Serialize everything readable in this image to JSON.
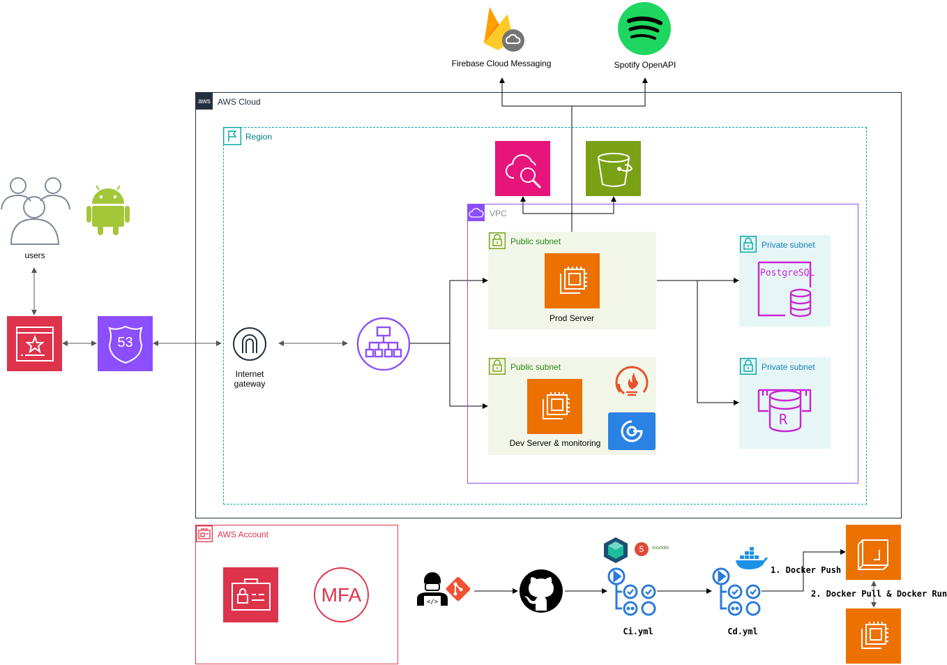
{
  "external": {
    "firebase_label": "Firebase Cloud Messaging",
    "spotify_label": "Spotify OpenAPI"
  },
  "users_label": "users",
  "aws_cloud": {
    "label": "AWS Cloud",
    "logo_text": "aws"
  },
  "region": {
    "label": "Region"
  },
  "vpc": {
    "label": "VPC"
  },
  "internet_gateway_label": "Internet\ngateway",
  "subnets": {
    "public_prod": {
      "label": "Public subnet",
      "server_label": "Prod Server"
    },
    "public_dev": {
      "label": "Public subnet",
      "server_label": "Dev Server & monitoring"
    },
    "private_db": {
      "label": "Private subnet",
      "db_text": "PostgreSQL"
    },
    "private_cache": {
      "label": "Private subnet",
      "cache_text": "R"
    }
  },
  "route53_text": "53",
  "aws_account": {
    "label": "AWS Account",
    "mfa_text": "MFA"
  },
  "pipeline": {
    "ci_label": "Ci.yml",
    "cd_label": "Cd.yml",
    "docker_push": "1. Docker Push",
    "docker_pull_run": "2. Docker Pull & Docker Run",
    "mockito_text": "mockito",
    "five_text": "5"
  },
  "colors": {
    "aws_red": "#DD344C",
    "aws_purple": "#8C4FFF",
    "aws_orange": "#ED7100",
    "aws_green": "#7AA116",
    "aws_pink": "#E7157B",
    "teal": "#00A4A6",
    "github_blue": "#2A7BD8",
    "spotify_green": "#1ED760",
    "android_green": "#A4C639"
  }
}
